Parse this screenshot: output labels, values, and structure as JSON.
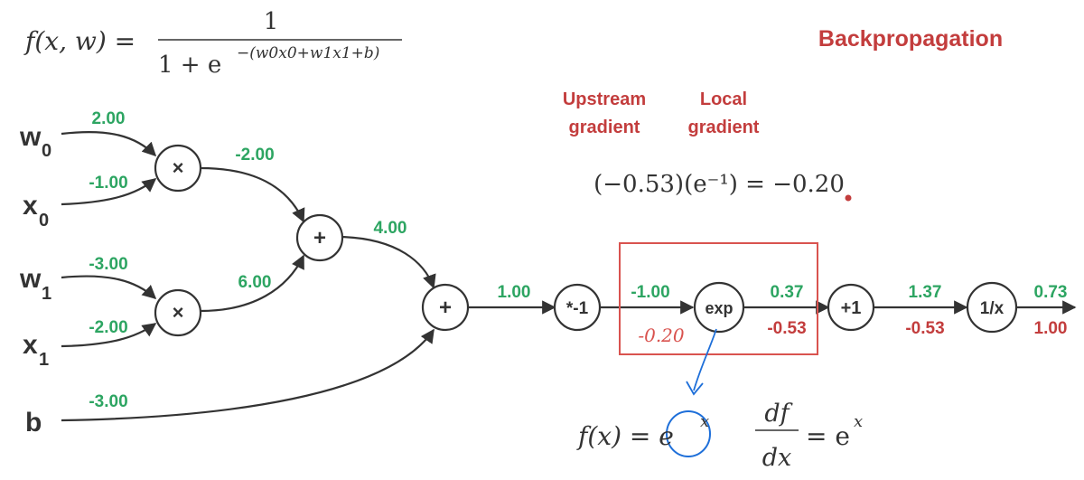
{
  "title": "Backpropagation",
  "formula": {
    "lhs": "f(x, w) =",
    "numerator": "1",
    "denominator": "1 + e",
    "exponent": "−(w0x0+w1x1+b)"
  },
  "headers": {
    "upstream_line1": "Upstream",
    "upstream_line2": "gradient",
    "local_line1": "Local",
    "local_line2": "gradient"
  },
  "chain_equation": "(−0.53)(e⁻¹) = −0.20",
  "inputs": {
    "w0": {
      "letter": "w",
      "sub": "0",
      "value": "2.00"
    },
    "x0": {
      "letter": "x",
      "sub": "0",
      "value": "-1.00"
    },
    "w1": {
      "letter": "w",
      "sub": "1",
      "value": "-3.00"
    },
    "x1": {
      "letter": "x",
      "sub": "1",
      "value": "-2.00"
    },
    "b": {
      "letter": "b",
      "value": "-3.00"
    }
  },
  "nodes": {
    "mul0": "×",
    "mul1": "×",
    "add0": "+",
    "add1": "+",
    "neg": "*-1",
    "exp": "exp",
    "plus1": "+1",
    "recip": "1/x"
  },
  "forward_values": {
    "mul0_out": "-2.00",
    "mul1_out": "6.00",
    "add0_out": "4.00",
    "add1_out": "1.00",
    "neg_out": "-1.00",
    "exp_out": "0.37",
    "plus1_out": "1.37",
    "recip_out": "0.73"
  },
  "gradients": {
    "exp_in": "-0.20",
    "exp_out": "-0.53",
    "plus1_out": "-0.53",
    "recip_out": "1.00"
  },
  "bottom_formula": {
    "f": "f(x) = e",
    "f_exp": "x",
    "df": "df",
    "dx": "dx",
    "rhs": "= e",
    "rhs_exp": "x"
  },
  "colors": {
    "forward": "#2da562",
    "gradient": "#c33d3d",
    "annotation_blue": "#1e6fd9",
    "highlight_box": "#d9534f"
  }
}
